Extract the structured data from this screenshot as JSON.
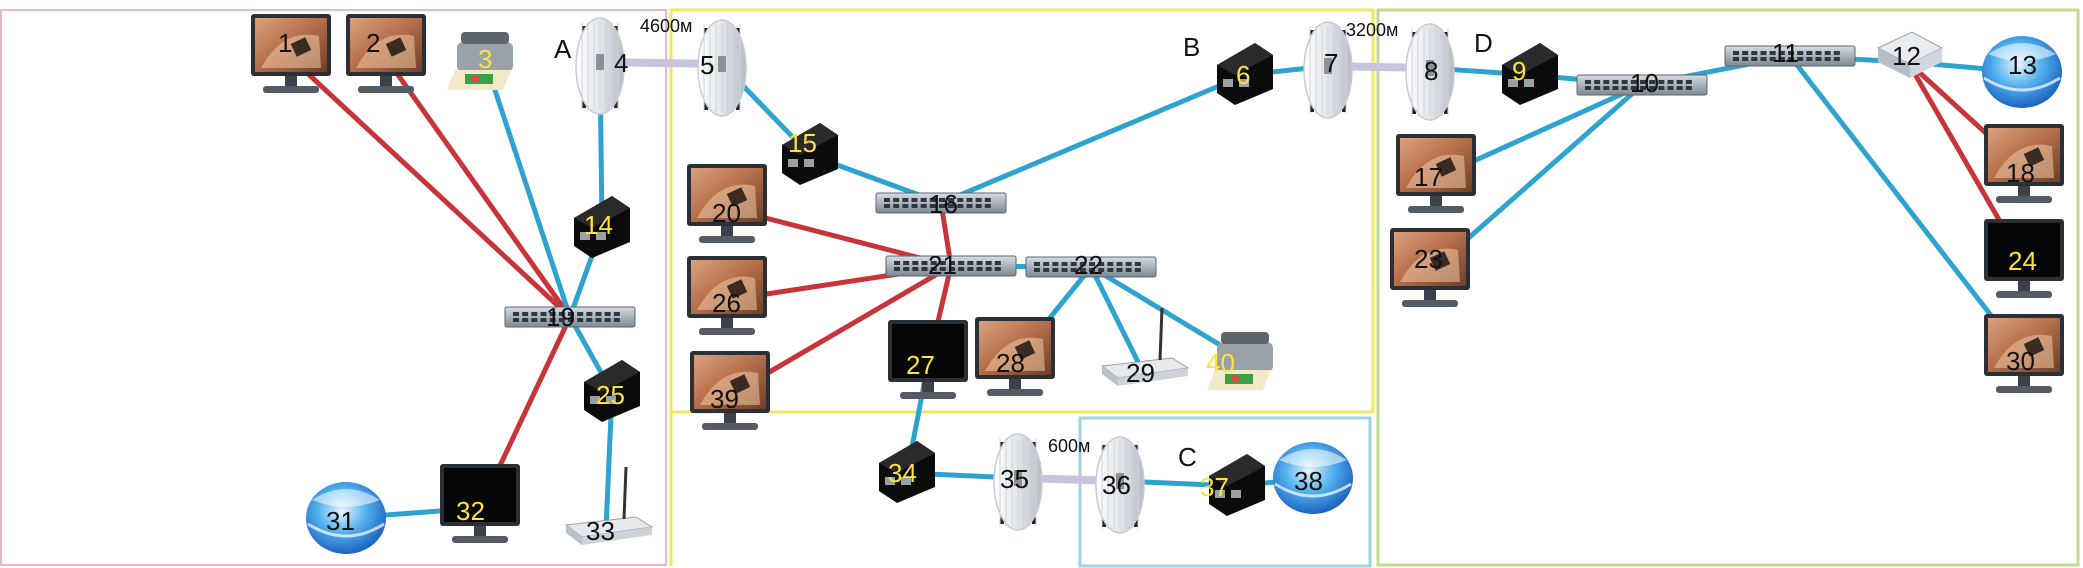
{
  "colors": {
    "lan_cable": "#2ea3cf",
    "red_cable": "#c8343a",
    "radio_link": "#c6c4de",
    "zone_a": "#e7b8cc",
    "zone_b": "#eeea5e",
    "zone_c": "#9ed3df",
    "zone_d": "#c2da8e",
    "number_on_dark": "#ffe23a",
    "number_on_light": "#111111"
  },
  "sites": [
    {
      "id": "A",
      "label": "A"
    },
    {
      "id": "B",
      "label": "B"
    },
    {
      "id": "C",
      "label": "C"
    },
    {
      "id": "D",
      "label": "D"
    }
  ],
  "links_distance": [
    {
      "id": "4-5",
      "label": "4600м"
    },
    {
      "id": "7-8",
      "label": "3200м"
    },
    {
      "id": "35-36",
      "label": "600м"
    }
  ],
  "devices": [
    {
      "id": "1",
      "label": "1",
      "type": "monitor-photo"
    },
    {
      "id": "2",
      "label": "2",
      "type": "monitor-photo"
    },
    {
      "id": "3",
      "label": "3",
      "type": "printer"
    },
    {
      "id": "4",
      "label": "4",
      "type": "antenna"
    },
    {
      "id": "5",
      "label": "5",
      "type": "antenna"
    },
    {
      "id": "6",
      "label": "6",
      "type": "poe-injector"
    },
    {
      "id": "7",
      "label": "7",
      "type": "antenna"
    },
    {
      "id": "8",
      "label": "8",
      "type": "antenna"
    },
    {
      "id": "9",
      "label": "9",
      "type": "poe-injector"
    },
    {
      "id": "10",
      "label": "10",
      "type": "switch"
    },
    {
      "id": "11",
      "label": "11",
      "type": "switch"
    },
    {
      "id": "12",
      "label": "12",
      "type": "router-box"
    },
    {
      "id": "13",
      "label": "13",
      "type": "internet"
    },
    {
      "id": "14",
      "label": "14",
      "type": "poe-injector"
    },
    {
      "id": "15",
      "label": "15",
      "type": "poe-injector"
    },
    {
      "id": "16",
      "label": "16",
      "type": "switch"
    },
    {
      "id": "17",
      "label": "17",
      "type": "monitor-photo"
    },
    {
      "id": "18",
      "label": "18",
      "type": "monitor-photo"
    },
    {
      "id": "19",
      "label": "19",
      "type": "switch"
    },
    {
      "id": "20",
      "label": "20",
      "type": "monitor-photo"
    },
    {
      "id": "21",
      "label": "21",
      "type": "switch"
    },
    {
      "id": "22",
      "label": "22",
      "type": "switch"
    },
    {
      "id": "23",
      "label": "23",
      "type": "monitor-photo"
    },
    {
      "id": "24",
      "label": "24",
      "type": "monitor-dark"
    },
    {
      "id": "25",
      "label": "25",
      "type": "poe-injector"
    },
    {
      "id": "26",
      "label": "26",
      "type": "monitor-photo"
    },
    {
      "id": "27",
      "label": "27",
      "type": "monitor-dark"
    },
    {
      "id": "28",
      "label": "28",
      "type": "monitor-photo"
    },
    {
      "id": "29",
      "label": "29",
      "type": "wifi-router"
    },
    {
      "id": "30",
      "label": "30",
      "type": "monitor-photo"
    },
    {
      "id": "31",
      "label": "31",
      "type": "internet"
    },
    {
      "id": "32",
      "label": "32",
      "type": "monitor-dark"
    },
    {
      "id": "33",
      "label": "33",
      "type": "wifi-router"
    },
    {
      "id": "34",
      "label": "34",
      "type": "poe-injector"
    },
    {
      "id": "35",
      "label": "35",
      "type": "antenna"
    },
    {
      "id": "36",
      "label": "36",
      "type": "antenna"
    },
    {
      "id": "37",
      "label": "37",
      "type": "poe-injector"
    },
    {
      "id": "38",
      "label": "38",
      "type": "internet"
    },
    {
      "id": "39",
      "label": "39",
      "type": "monitor-photo"
    },
    {
      "id": "40",
      "label": "40",
      "type": "printer"
    }
  ],
  "connections": [
    {
      "from": "1",
      "to": "19",
      "kind": "red"
    },
    {
      "from": "2",
      "to": "19",
      "kind": "red"
    },
    {
      "from": "3",
      "to": "19",
      "kind": "lan"
    },
    {
      "from": "4",
      "to": "14",
      "kind": "lan"
    },
    {
      "from": "14",
      "to": "19",
      "kind": "lan"
    },
    {
      "from": "19",
      "to": "25",
      "kind": "lan"
    },
    {
      "from": "25",
      "to": "33",
      "kind": "lan"
    },
    {
      "from": "19",
      "to": "32",
      "kind": "red"
    },
    {
      "from": "32",
      "to": "31",
      "kind": "lan"
    },
    {
      "from": "4",
      "to": "5",
      "kind": "radio"
    },
    {
      "from": "5",
      "to": "15",
      "kind": "lan"
    },
    {
      "from": "15",
      "to": "16",
      "kind": "lan"
    },
    {
      "from": "16",
      "to": "6",
      "kind": "lan"
    },
    {
      "from": "6",
      "to": "7",
      "kind": "lan"
    },
    {
      "from": "7",
      "to": "8",
      "kind": "radio"
    },
    {
      "from": "16",
      "to": "21",
      "kind": "red"
    },
    {
      "from": "20",
      "to": "21",
      "kind": "red"
    },
    {
      "from": "26",
      "to": "21",
      "kind": "red"
    },
    {
      "from": "39",
      "to": "21",
      "kind": "red"
    },
    {
      "from": "21",
      "to": "27",
      "kind": "red"
    },
    {
      "from": "21",
      "to": "22",
      "kind": "lan"
    },
    {
      "from": "22",
      "to": "28",
      "kind": "lan"
    },
    {
      "from": "22",
      "to": "29",
      "kind": "lan"
    },
    {
      "from": "22",
      "to": "40",
      "kind": "lan"
    },
    {
      "from": "27",
      "to": "34",
      "kind": "lan"
    },
    {
      "from": "34",
      "to": "35",
      "kind": "lan"
    },
    {
      "from": "35",
      "to": "36",
      "kind": "radio"
    },
    {
      "from": "36",
      "to": "37",
      "kind": "lan"
    },
    {
      "from": "37",
      "to": "38",
      "kind": "lan"
    },
    {
      "from": "8",
      "to": "9",
      "kind": "lan"
    },
    {
      "from": "9",
      "to": "10",
      "kind": "lan"
    },
    {
      "from": "10",
      "to": "17",
      "kind": "lan"
    },
    {
      "from": "10",
      "to": "23",
      "kind": "lan"
    },
    {
      "from": "10",
      "to": "11",
      "kind": "lan"
    },
    {
      "from": "11",
      "to": "12",
      "kind": "lan"
    },
    {
      "from": "12",
      "to": "13",
      "kind": "lan"
    },
    {
      "from": "12",
      "to": "18",
      "kind": "red"
    },
    {
      "from": "12",
      "to": "24",
      "kind": "red"
    },
    {
      "from": "11",
      "to": "30",
      "kind": "lan"
    }
  ]
}
